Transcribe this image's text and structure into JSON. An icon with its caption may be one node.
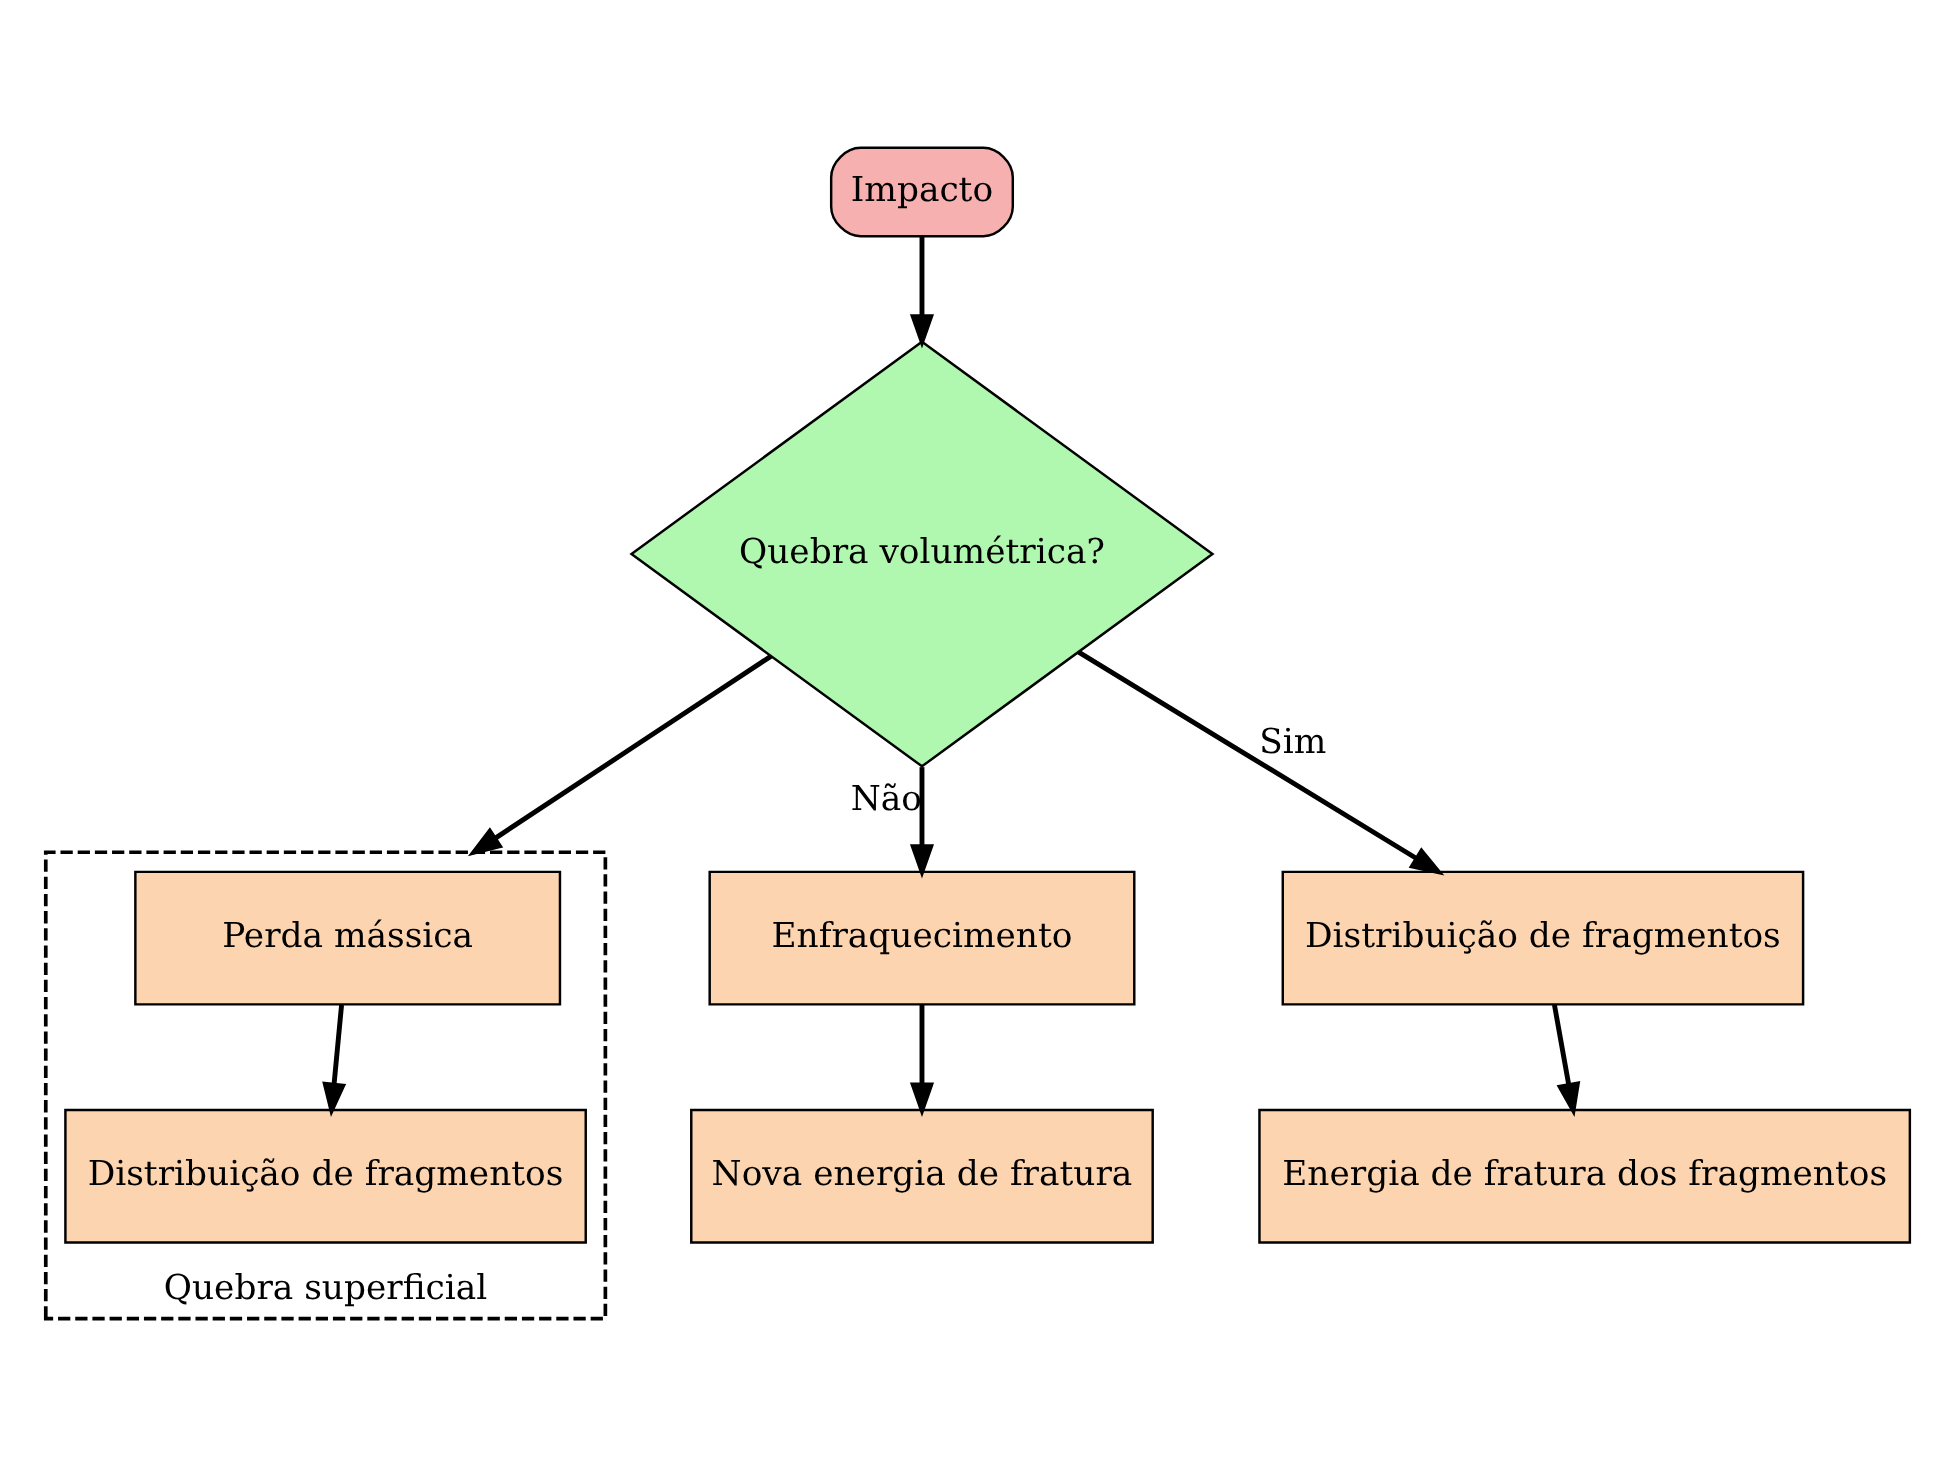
{
  "diagram": {
    "nodes": [
      {
        "text": [
          "Impacto"
        ]
      },
      {
        "text": [
          "Quebra volumétrica?"
        ]
      },
      {
        "text": [
          "Enfraquecimento"
        ]
      },
      {
        "text": [
          "Nova energia de fratura"
        ]
      },
      {
        "text": [
          "Quebra superficial"
        ]
      },
      {
        "text": [
          "Perda mássica"
        ],
        "in": 4
      },
      {
        "text": [
          "Distribuição de fragmentos"
        ],
        "in": 4
      },
      {
        "text": [
          "Distribuição de fragmentos"
        ]
      },
      {
        "text": [
          "Energia de fratura dos fragmentos"
        ]
      }
    ],
    "edges": [
      {
        "from": 0,
        "to": 1,
        "arrow": "to"
      },
      {
        "from": 1,
        "to": 2,
        "arrow": "to",
        "label": "Não"
      },
      {
        "from": 1,
        "to": 4,
        "arrow": "to"
      },
      {
        "from": 1,
        "to": 7,
        "arrow": "to",
        "label": "Sim"
      },
      {
        "from": 2,
        "to": 3,
        "arrow": "to"
      },
      {
        "from": 5,
        "to": 6,
        "arrow": "to"
      },
      {
        "from": 7,
        "to": 8,
        "arrow": "to"
      }
    ]
  }
}
